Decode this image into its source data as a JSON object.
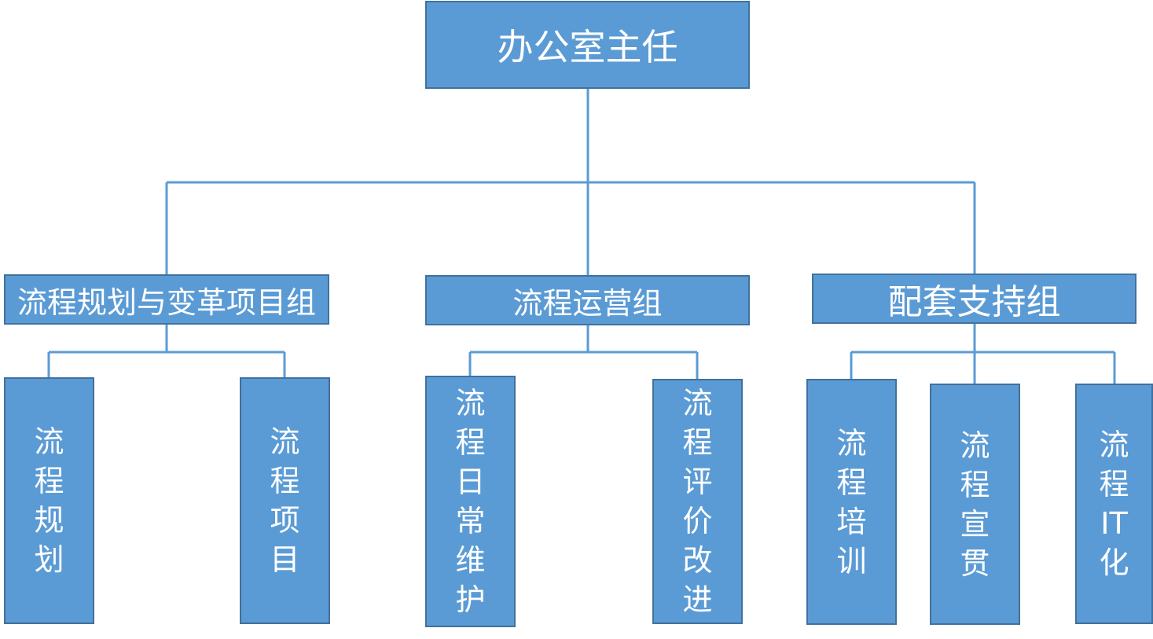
{
  "root": {
    "label": "办公室主任"
  },
  "groups": [
    {
      "label": "流程规划与变革项目组",
      "children": [
        {
          "label": "流程规划"
        },
        {
          "label": "流程项目"
        }
      ]
    },
    {
      "label": "流程运营组",
      "children": [
        {
          "label": "流程日常维护"
        },
        {
          "label": "流程评价改进"
        }
      ]
    },
    {
      "label": "配套支持组",
      "children": [
        {
          "label": "流程培训"
        },
        {
          "label": "流程宣贯"
        },
        {
          "label": "流程IT化"
        }
      ]
    }
  ],
  "colors": {
    "box_fill": "#5b9bd5",
    "box_border": "#41719c",
    "connector": "#5b9bd5",
    "text": "#ffffff"
  }
}
